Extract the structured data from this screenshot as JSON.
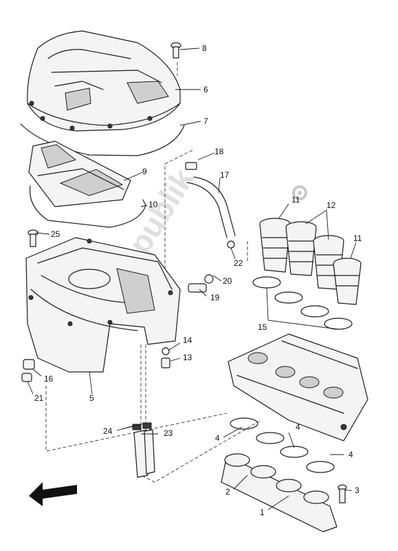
{
  "watermark": "PartsRepublik",
  "callouts": [
    {
      "id": "c8",
      "label": "8"
    },
    {
      "id": "c6",
      "label": "6"
    },
    {
      "id": "c7",
      "label": "7"
    },
    {
      "id": "c18",
      "label": "18"
    },
    {
      "id": "c9",
      "label": "9"
    },
    {
      "id": "c17",
      "label": "17"
    },
    {
      "id": "c10",
      "label": "10"
    },
    {
      "id": "c11a",
      "label": "11"
    },
    {
      "id": "c12",
      "label": "12"
    },
    {
      "id": "c25",
      "label": "25"
    },
    {
      "id": "c11b",
      "label": "11"
    },
    {
      "id": "c22",
      "label": "22"
    },
    {
      "id": "c20",
      "label": "20"
    },
    {
      "id": "c19",
      "label": "19"
    },
    {
      "id": "c15",
      "label": "15"
    },
    {
      "id": "c14",
      "label": "14"
    },
    {
      "id": "c13",
      "label": "13"
    },
    {
      "id": "c16",
      "label": "16"
    },
    {
      "id": "c21",
      "label": "21"
    },
    {
      "id": "c5",
      "label": "5"
    },
    {
      "id": "c24",
      "label": "24"
    },
    {
      "id": "c23",
      "label": "23"
    },
    {
      "id": "c4a",
      "label": "4"
    },
    {
      "id": "c4b",
      "label": "4"
    },
    {
      "id": "c4c",
      "label": "4"
    },
    {
      "id": "c2",
      "label": "2"
    },
    {
      "id": "c3",
      "label": "3"
    },
    {
      "id": "c1",
      "label": "1"
    }
  ],
  "icons": {
    "front_arrow": "direction-arrow-icon",
    "gear": "gear-icon"
  }
}
